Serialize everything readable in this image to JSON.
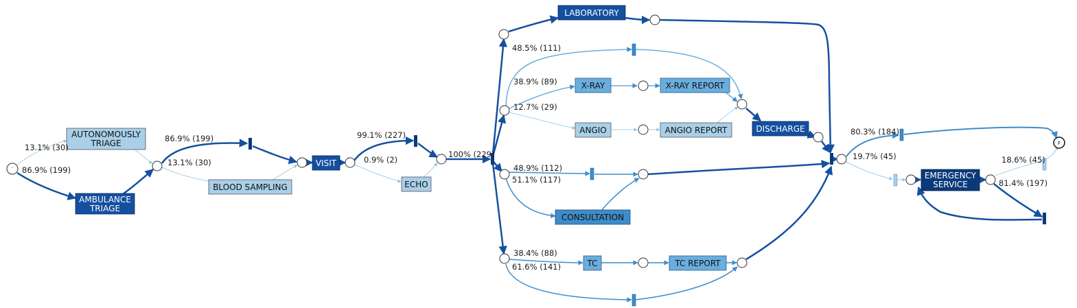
{
  "colors": {
    "darkest": "#0b3a7a",
    "dark": "#1550a0",
    "mid": "#3f8cc9",
    "light": "#6aaede",
    "pale": "#a9cfe9",
    "text_light": "#ffffff",
    "text_dark": "#111111"
  },
  "start": {
    "symbol": "·"
  },
  "end": {
    "symbol": "F"
  },
  "activities": {
    "autonomously_triage": [
      "AUTONOMOUSLY",
      "TRIAGE"
    ],
    "ambulance_triage": [
      "AMBULANCE",
      "TRIAGE"
    ],
    "blood_sampling": "BLOOD SAMPLING",
    "visit": "VISIT",
    "echo": "ECHO",
    "laboratory": "LABORATORY",
    "x_ray": "X-RAY",
    "x_ray_report": "X-RAY REPORT",
    "angio": "ANGIO",
    "angio_report": "ANGIO REPORT",
    "discharge": "DISCHARGE",
    "consultation": "CONSULTATION",
    "tc": "TC",
    "tc_report": "TC REPORT",
    "emergency_service": [
      "EMERGENCY",
      "SERVICE"
    ]
  },
  "edge_labels": {
    "start_autonomous": "13.1% (30)",
    "start_ambulance": "86.9% (199)",
    "triage_upper": "86.9% (199)",
    "triage_blood": "13.1% (30)",
    "visit_upper": "99.1% (227)",
    "visit_echo": "0.9% (2)",
    "to_split": "100% (229)",
    "exam_skip": "48.5% (111)",
    "exam_xray": "38.9% (89)",
    "exam_angio": "12.7% (29)",
    "cons_skip": "48.9% (112)",
    "cons_go": "51.1% (117)",
    "tc_go": "38.4% (88)",
    "tc_skip": "61.6% (141)",
    "final_end": "80.3% (184)",
    "final_es": "19.7% (45)",
    "es_end": "18.6% (45)",
    "es_loop": "81.4% (197)"
  }
}
